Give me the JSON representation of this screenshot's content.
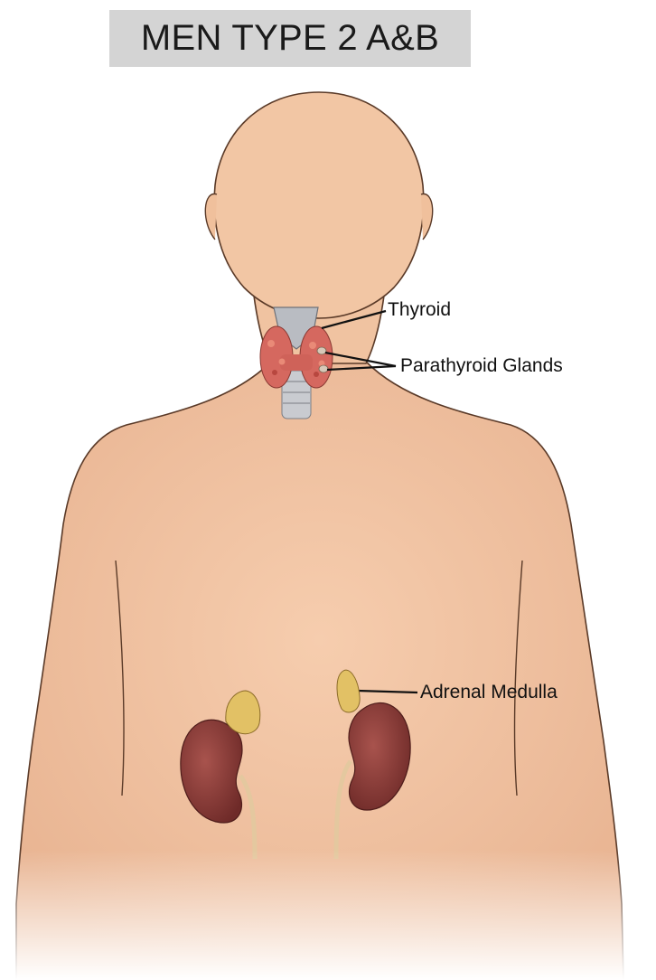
{
  "title": "MEN TYPE 2 A&B",
  "labels": {
    "thyroid": "Thyroid",
    "parathyroid": "Parathyroid Glands",
    "adrenal": "Adrenal Medulla"
  },
  "colors": {
    "skin": "#f2c6a4",
    "skin_outline": "#5a3a28",
    "kidney": "#8e3d39",
    "adrenal": "#e2c165",
    "thyroid": "#d5685f",
    "cartilage": "#b9bcc2",
    "title_bg": "#d4d4d4"
  }
}
